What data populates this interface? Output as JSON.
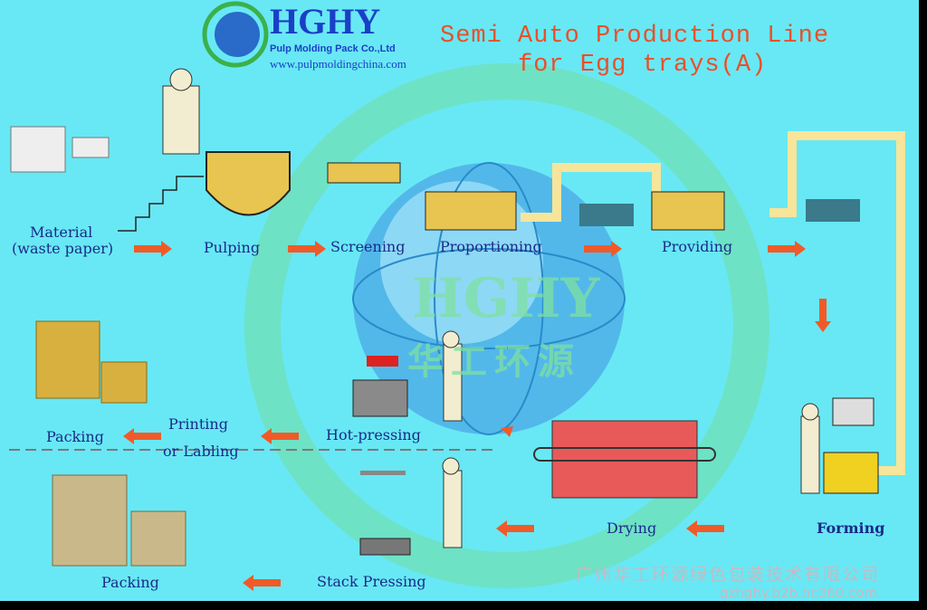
{
  "header": {
    "brand": "HGHY",
    "company": "Pulp Molding Pack Co.,Ltd",
    "website": "www.pulpmoldingchina.com",
    "title_line1": "Semi Auto Production Line",
    "title_line2": "for Egg trays(A)"
  },
  "globe": {
    "watermark_latin": "HGHY",
    "watermark_cn": "华工环源"
  },
  "steps": {
    "material_1": "Material",
    "material_2": "(waste paper)",
    "pulping": "Pulping",
    "screening": "Screening",
    "proportioning": "Proportioning",
    "providing": "Providing",
    "forming": "Forming",
    "drying": "Drying",
    "hot_pressing": "Hot-pressing",
    "printing_1": "Printing",
    "printing_2": "or Labling",
    "packing_top": "Packing",
    "stack_pressing": "Stack Pressing",
    "packing_bottom": "Packing"
  },
  "footer": {
    "company_cn": "广州华工环源绿色包装技术有限公司",
    "site": "gzhghy.b2b.hc360.com"
  },
  "colors": {
    "background": "#68e8f4",
    "arrow": "#f05a28",
    "title": "#e8502a",
    "label": "#1a2a8a"
  }
}
